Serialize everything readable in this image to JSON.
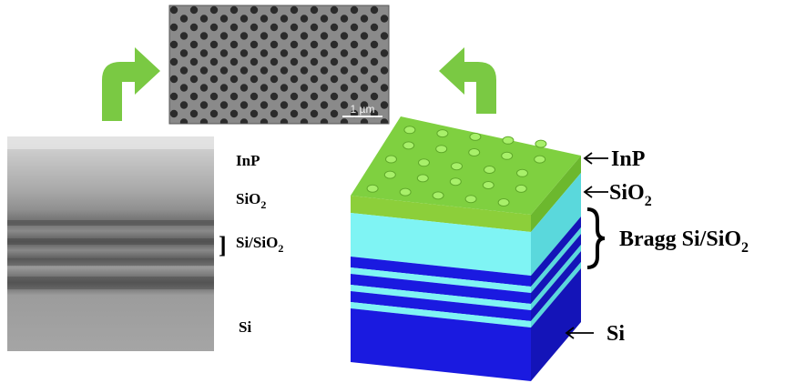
{
  "sem_top": {
    "scale_bar_label": "1 µm"
  },
  "sem_cross_section": {
    "labels": {
      "inp": "InP",
      "sio2_main": "SiO",
      "sio2_sub": "2",
      "bracket": "]",
      "bragg_main": "Si/SiO",
      "bragg_sub": "2",
      "si": "Si"
    }
  },
  "stack_3d": {
    "labels": {
      "inp": "InP",
      "sio2_main": "SiO",
      "sio2_sub": "2",
      "bragg_main": "Bragg Si/SiO",
      "bragg_sub": "2",
      "si": "Si"
    },
    "colors": {
      "inp_top": "#7fd040",
      "inp_side": "#8ccf3a",
      "sio2": "#7ff4f4",
      "si": "#1a1ae0",
      "arrow": "#7ac943"
    }
  },
  "icons": [
    "curved-up-arrow-icon",
    "left-arrow-icon",
    "curly-brace-icon"
  ]
}
